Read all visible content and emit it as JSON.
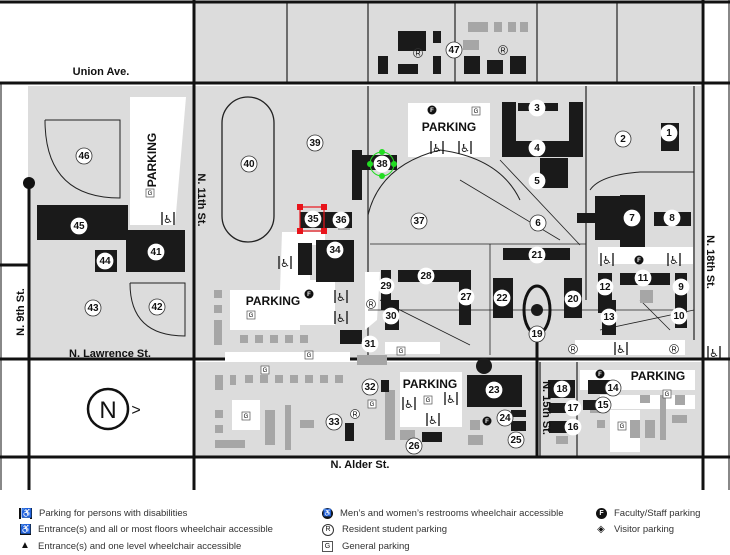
{
  "streets": {
    "union": "Union Ave.",
    "lawrence": "N. Lawrence St.",
    "alder": "N. Alder St.",
    "ninth": "N. 9th St.",
    "eleventh": "N. 11th St.",
    "fifteenth": "N. 15th St.",
    "eighteenth": "N. 18th St."
  },
  "parking_labels": {
    "west": "PARKING",
    "north": "PARKING",
    "center": "PARKING",
    "south": "PARKING",
    "east": "PARKING"
  },
  "symbols": {
    "general": "G",
    "resident": "R",
    "faculty": "F",
    "wheelchair": "♿",
    "north": "N",
    "north_arrow": ">"
  },
  "buildings": [
    "1",
    "2",
    "3",
    "4",
    "5",
    "6",
    "7",
    "8",
    "9",
    "10",
    "11",
    "12",
    "13",
    "14",
    "15",
    "16",
    "17",
    "18",
    "19",
    "20",
    "21",
    "22",
    "23",
    "24",
    "25",
    "26",
    "27",
    "28",
    "29",
    "30",
    "31",
    "32",
    "33",
    "34",
    "35",
    "36",
    "37",
    "38",
    "39",
    "40",
    "41",
    "42",
    "43",
    "44",
    "45",
    "46",
    "47"
  ],
  "selection": {
    "selected_building": "35",
    "highlighted_building": "38"
  },
  "legend": {
    "col1": [
      {
        "icon": "disabled-parking-icon",
        "label": "Parking for persons with disabilities"
      },
      {
        "icon": "all-floors-accessible-icon",
        "label": "Entrance(s) and all or most floors wheelchair accessible"
      },
      {
        "icon": "one-level-accessible-icon",
        "label": "Entrance(s) and one level wheelchair accessible"
      }
    ],
    "col2": [
      {
        "icon": "restroom-accessible-icon",
        "label": "Men’s and women’s restrooms wheelchair accessible"
      },
      {
        "icon": "resident-parking-icon",
        "label": "Resident student parking"
      },
      {
        "icon": "general-parking-icon",
        "label": "General parking"
      }
    ],
    "col3": [
      {
        "icon": "faculty-parking-icon",
        "label": "Faculty/Staff parking"
      },
      {
        "icon": "visitor-parking-icon",
        "label": "Visitor parking"
      }
    ]
  },
  "colors": {
    "campus": "#dcdcdc",
    "building": "#1a1a1a",
    "secondary_building": "#a6a6a6",
    "selection": "#e8141b",
    "highlight": "#22dd22"
  }
}
